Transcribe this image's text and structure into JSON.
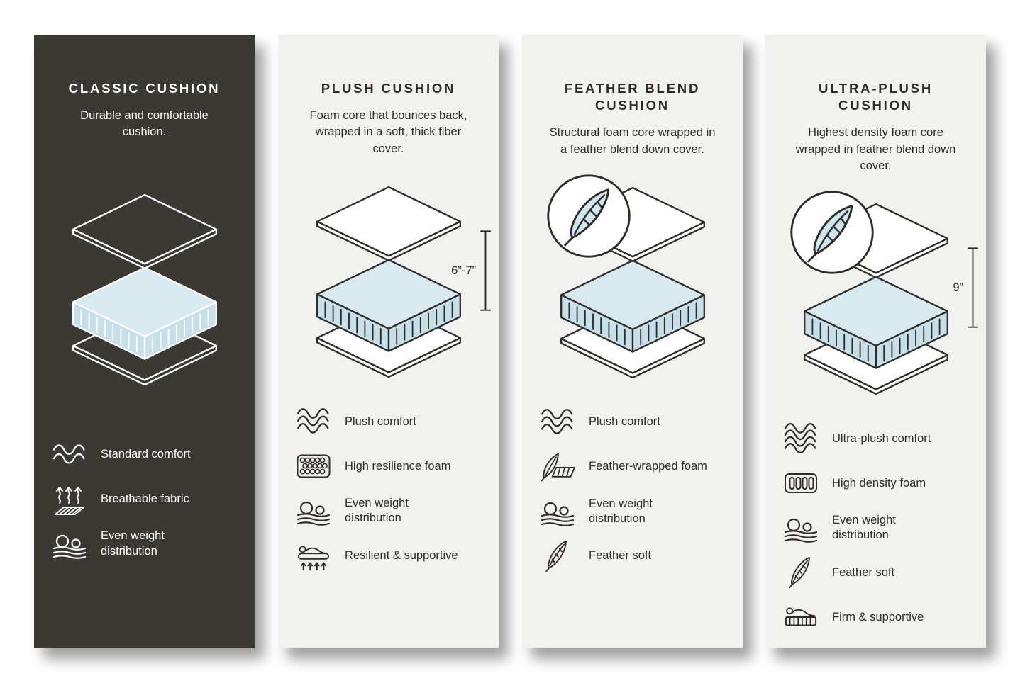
{
  "colors": {
    "dark_panel": "#3c3935",
    "light_panel": "#f1f1ef",
    "foam_blue_top": "#d9e9f0",
    "foam_blue_side": "#c7dfe9",
    "outline_dark": "#2d2c29",
    "outline_light": "#ffffff"
  },
  "panels": [
    {
      "id": "classic",
      "title": "CLASSIC CUSHION",
      "description": "Durable and comfortable cushion.",
      "features": [
        {
          "icon": "wave-2",
          "label": "Standard comfort"
        },
        {
          "icon": "breathable-fabric",
          "label": "Breathable fabric"
        },
        {
          "icon": "weight-distribution",
          "label": "Even weight distribution"
        }
      ]
    },
    {
      "id": "plush",
      "title": "PLUSH CUSHION",
      "description": "Foam core that bounces back, wrapped in a soft, thick fiber cover.",
      "measurement": "6”-7”",
      "features": [
        {
          "icon": "wave-3",
          "label": "Plush comfort"
        },
        {
          "icon": "honeycomb-foam",
          "label": "High resilience foam"
        },
        {
          "icon": "weight-distribution",
          "label": "Even weight distribution"
        },
        {
          "icon": "resilient-support",
          "label": "Resilient & supportive"
        }
      ]
    },
    {
      "id": "feather-blend",
      "title": "FEATHER BLEND CUSHION",
      "description": "Structural foam core wrapped in a feather blend down cover.",
      "features": [
        {
          "icon": "wave-3",
          "label": "Plush comfort"
        },
        {
          "icon": "feather-wrapped-foam",
          "label": "Feather-wrapped foam"
        },
        {
          "icon": "weight-distribution",
          "label": "Even weight distribution"
        },
        {
          "icon": "feather",
          "label": "Feather soft"
        }
      ]
    },
    {
      "id": "ultra-plush",
      "title": "ULTRA-PLUSH CUSHION",
      "description": "Highest density foam core wrapped in feather blend down cover.",
      "measurement": "9”",
      "features": [
        {
          "icon": "wave-4",
          "label": "Ultra-plush comfort"
        },
        {
          "icon": "density-foam",
          "label": "High density foam"
        },
        {
          "icon": "weight-distribution",
          "label": "Even weight distribution"
        },
        {
          "icon": "feather",
          "label": "Feather soft"
        },
        {
          "icon": "firm-support",
          "label": "Firm & supportive"
        }
      ]
    }
  ]
}
